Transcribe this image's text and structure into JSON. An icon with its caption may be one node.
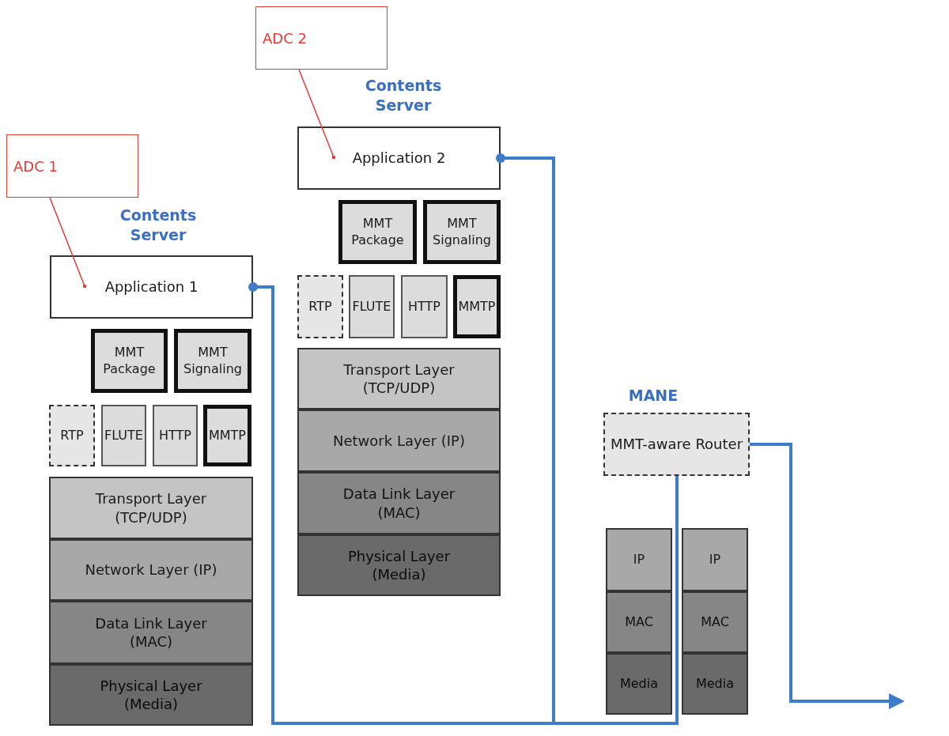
{
  "diagram": {
    "nodes": [
      {
        "text": [
          "ADC 1"
        ]
      },
      {
        "text": [
          "Application 1"
        ],
        "beside": [
          "Contents Server"
        ]
      },
      {
        "text": [
          "MMT Package"
        ]
      },
      {
        "text": [
          "MMT Signaling"
        ]
      },
      {
        "text": [
          "RTP"
        ]
      },
      {
        "text": [
          "FLUTE"
        ]
      },
      {
        "text": [
          "HTTP"
        ]
      },
      {
        "text": [
          "MMTP"
        ]
      },
      {
        "text": [
          "Transport Layer (TCP/UDP)"
        ]
      },
      {
        "text": [
          "Network Layer (IP)"
        ]
      },
      {
        "text": [
          "Data Link Layer (MAC)"
        ]
      },
      {
        "text": [
          "Physical Layer (Media)"
        ]
      },
      {
        "text": [
          "ADC 2"
        ]
      },
      {
        "text": [
          "Application 2"
        ],
        "beside": [
          "Contents Server"
        ]
      },
      {
        "text": [
          "MMT Package"
        ]
      },
      {
        "text": [
          "MMT Signaling"
        ]
      },
      {
        "text": [
          "RTP"
        ]
      },
      {
        "text": [
          "FLUTE"
        ]
      },
      {
        "text": [
          "HTTP"
        ]
      },
      {
        "text": [
          "MMTP"
        ]
      },
      {
        "text": [
          "Transport Layer (TCP/UDP)"
        ]
      },
      {
        "text": [
          "Network Layer (IP)"
        ]
      },
      {
        "text": [
          "Data Link Layer (MAC)"
        ]
      },
      {
        "text": [
          "Physical Layer (Media)"
        ]
      },
      {
        "text": [
          "MMT-aware Router"
        ],
        "beside": [
          "MANE"
        ]
      },
      {
        "text": [
          "IP"
        ]
      },
      {
        "text": [
          "MAC"
        ]
      },
      {
        "text": [
          "Media"
        ]
      },
      {
        "text": [
          "IP"
        ]
      },
      {
        "text": [
          "MAC"
        ]
      },
      {
        "text": [
          "Media"
        ]
      }
    ],
    "edges": [
      {
        "from": 0,
        "to": 1,
        "arrow": "other",
        "color": "#e53935"
      },
      {
        "from": 12,
        "to": 13,
        "arrow": "other",
        "color": "#e53935"
      },
      {
        "from": 1,
        "to": 24,
        "arrow": "other"
      },
      {
        "from": 13,
        "to": 24,
        "arrow": "other"
      },
      {
        "from": 24,
        "to": null,
        "arrow": "to"
      }
    ]
  }
}
